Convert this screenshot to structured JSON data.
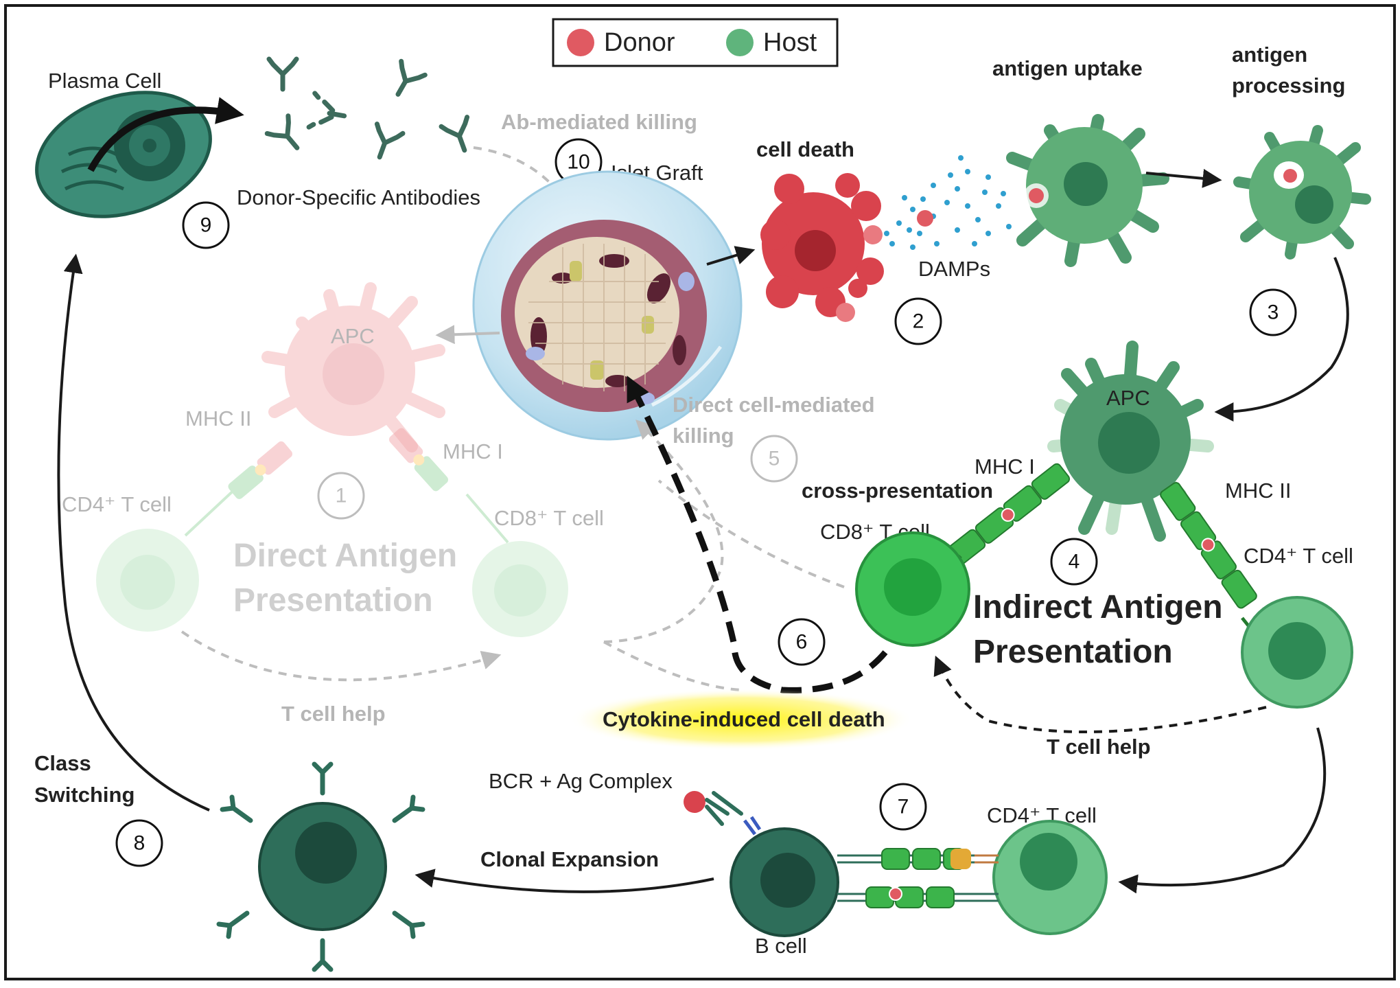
{
  "legend": {
    "donor_label": "Donor",
    "host_label": "Host",
    "donor_color": "#e05a62",
    "host_color": "#5fb47c"
  },
  "labels": {
    "plasma_cell": "Plasma Cell",
    "donor_specific_antibodies": "Donor-Specific Antibodies",
    "ab_mediated_killing": "Ab-mediated killing",
    "islet_graft": "Islet Graft",
    "cell_death": "cell death",
    "damps": "DAMPs",
    "antigen_uptake": "antigen uptake",
    "antigen_processing_line1": "antigen",
    "antigen_processing_line2": "processing",
    "apc_direct": "APC",
    "apc_indirect": "APC",
    "mhc2_direct": "MHC II",
    "mhc1_direct": "MHC I",
    "cd4_direct": "CD4⁺ T cell",
    "cd8_direct": "CD8⁺ T cell",
    "direct_title_line1": "Direct Antigen",
    "direct_title_line2": "Presentation",
    "direct_killing_line1": "Direct cell-mediated",
    "direct_killing_line2": "killing",
    "mhc1_indirect": "MHC I",
    "mhc2_indirect": "MHC II",
    "cross_presentation": "cross-presentation",
    "cd8_indirect": "CD8⁺ T cell",
    "cd4_indirect": "CD4⁺ T cell",
    "indirect_title_line1": "Indirect Antigen",
    "indirect_title_line2": "Presentation",
    "t_cell_help_direct": "T cell help",
    "t_cell_help_indirect": "T cell help",
    "cytokine_death": "Cytokine-induced cell death",
    "class_switching_line1": "Class",
    "class_switching_line2": "Switching",
    "bcr_complex": "BCR + Ag Complex",
    "clonal_expansion": "Clonal Expansion",
    "b_cell": "B cell",
    "cd4_bcell": "CD4⁺ T cell"
  },
  "steps": [
    "1",
    "2",
    "3",
    "4",
    "5",
    "6",
    "7",
    "8",
    "9",
    "10"
  ],
  "colors": {
    "frame": "#1a1a1a",
    "host_dark": "#2e6e5a",
    "host_mid": "#4f9a6e",
    "host_light": "#8fd39b",
    "bright_green": "#3cb44b",
    "faint_gray": "#bdbdbd",
    "highlight": "#fff200"
  }
}
